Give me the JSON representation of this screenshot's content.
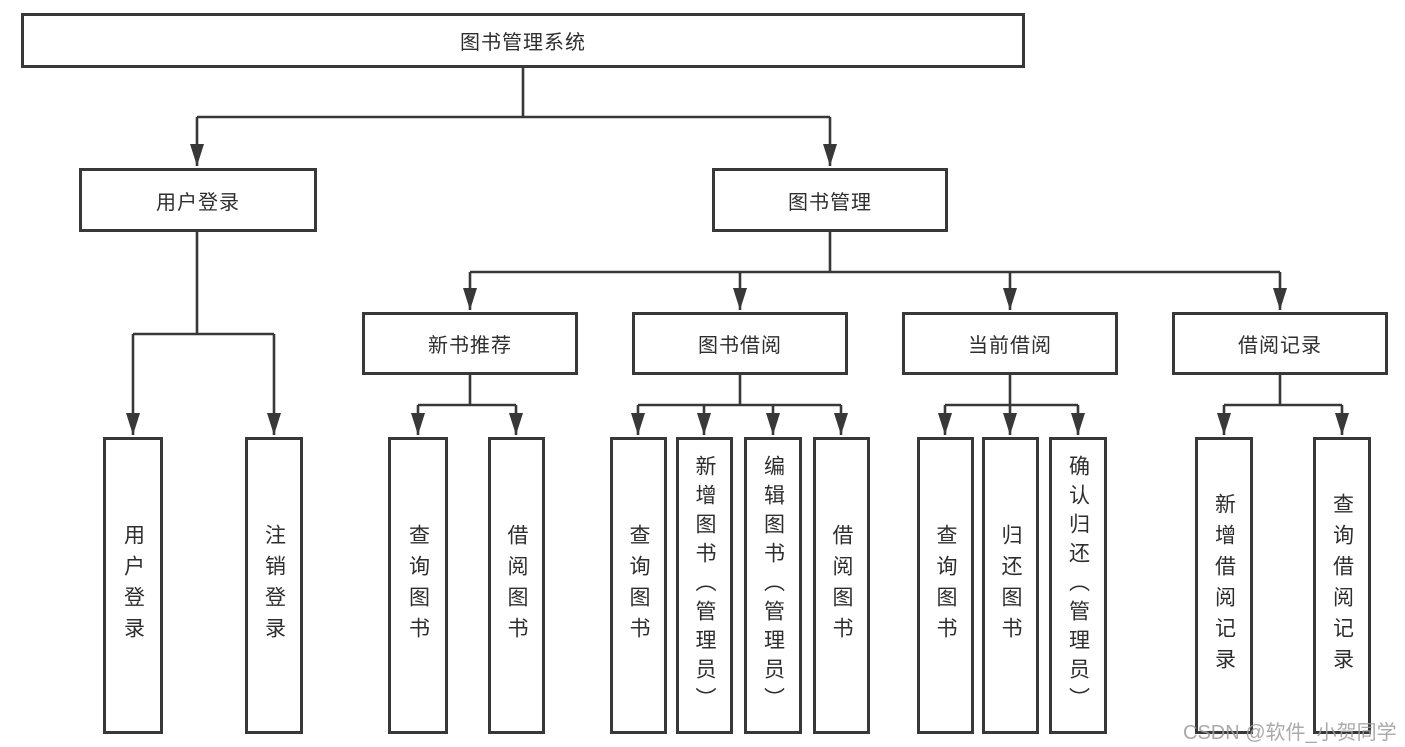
{
  "diagram": {
    "title": "图书管理系统",
    "root": {
      "label": "图书管理系统"
    },
    "level2": [
      {
        "id": "user-login",
        "label": "用户登录"
      },
      {
        "id": "book-management",
        "label": "图书管理"
      }
    ],
    "level3": [
      {
        "id": "new-book-recommend",
        "label": "新书推荐"
      },
      {
        "id": "book-borrowing",
        "label": "图书借阅"
      },
      {
        "id": "current-borrowing",
        "label": "当前借阅"
      },
      {
        "id": "borrowing-records",
        "label": "借阅记录"
      }
    ],
    "leaves": {
      "user_login": [
        "用户登录",
        "注销登录"
      ],
      "new_books": [
        "查询图书",
        "借阅图书"
      ],
      "book_borrow": [
        "查询图书",
        "新增图书（管理员）",
        "编辑图书（管理员）",
        "借阅图书"
      ],
      "current_borrow": [
        "查询图书",
        "归还图书",
        "确认归还（管理员）"
      ],
      "borrow_records": [
        "新增借阅记录",
        "查询借阅记录"
      ]
    }
  },
  "watermark": {
    "text": "CSDN @软件_小贺同学"
  },
  "colors": {
    "line": "#383838",
    "box_border": "#383838",
    "box_fill": "#ffffff",
    "text": "#2e2e2e",
    "watermark": "#9e9e9e",
    "background": "#ffffff"
  }
}
